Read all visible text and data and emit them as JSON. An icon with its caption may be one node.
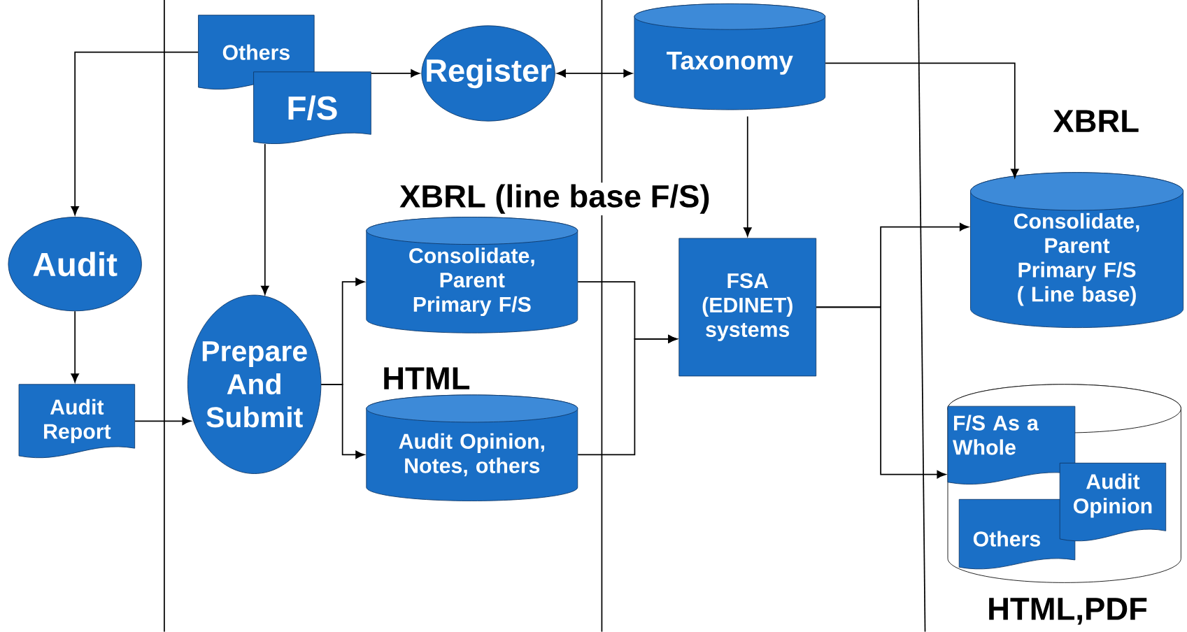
{
  "diagram": {
    "nodes": [
      {
        "text": [
          "Others"
        ]
      },
      {
        "text": [
          "F/S"
        ]
      },
      {
        "text": [
          "Register"
        ]
      },
      {
        "text": [
          "Taxonomy"
        ]
      },
      {
        "text": [
          "Audit"
        ]
      },
      {
        "text": [
          "Audit Report"
        ]
      },
      {
        "text": [
          "Prepare And Submit"
        ]
      },
      {
        "text": [
          "XBRL (line base F/S)",
          "Consolidate, Parent Primary F/S"
        ]
      },
      {
        "text": [
          "HTML",
          "Audit Opinion, Notes, others"
        ]
      },
      {
        "text": [
          "FSA (EDINET) systems"
        ]
      },
      {
        "text": [
          "XBRL",
          "Consolidate, Parent Primary F/S ( Line base)"
        ]
      },
      {
        "text": [
          "HTML,PDF"
        ]
      },
      {
        "text": [
          "F/S As a Whole"
        ],
        "in": 11
      },
      {
        "text": [
          "Audit Opinion"
        ],
        "in": 11
      },
      {
        "text": [
          "Others"
        ],
        "in": 11
      }
    ],
    "edges": [
      {
        "from": 0,
        "to": 4,
        "arrow": "to"
      },
      {
        "from": 1,
        "to": 2,
        "arrow": "to"
      },
      {
        "from": 2,
        "to": 3,
        "arrow": "both"
      },
      {
        "from": 1,
        "to": 6,
        "arrow": "to"
      },
      {
        "from": 4,
        "to": 5,
        "arrow": "to"
      },
      {
        "from": 5,
        "to": 6,
        "arrow": "to"
      },
      {
        "from": 6,
        "to": 7,
        "arrow": "to"
      },
      {
        "from": 6,
        "to": 8,
        "arrow": "to"
      },
      {
        "from": 7,
        "to": 9,
        "arrow": "to"
      },
      {
        "from": 8,
        "to": 9,
        "arrow": "to"
      },
      {
        "from": 3,
        "to": 9,
        "arrow": "to"
      },
      {
        "from": 3,
        "to": 10,
        "arrow": "to"
      },
      {
        "from": 9,
        "to": 10,
        "arrow": "to"
      },
      {
        "from": 9,
        "to": 11,
        "arrow": "to"
      }
    ]
  }
}
